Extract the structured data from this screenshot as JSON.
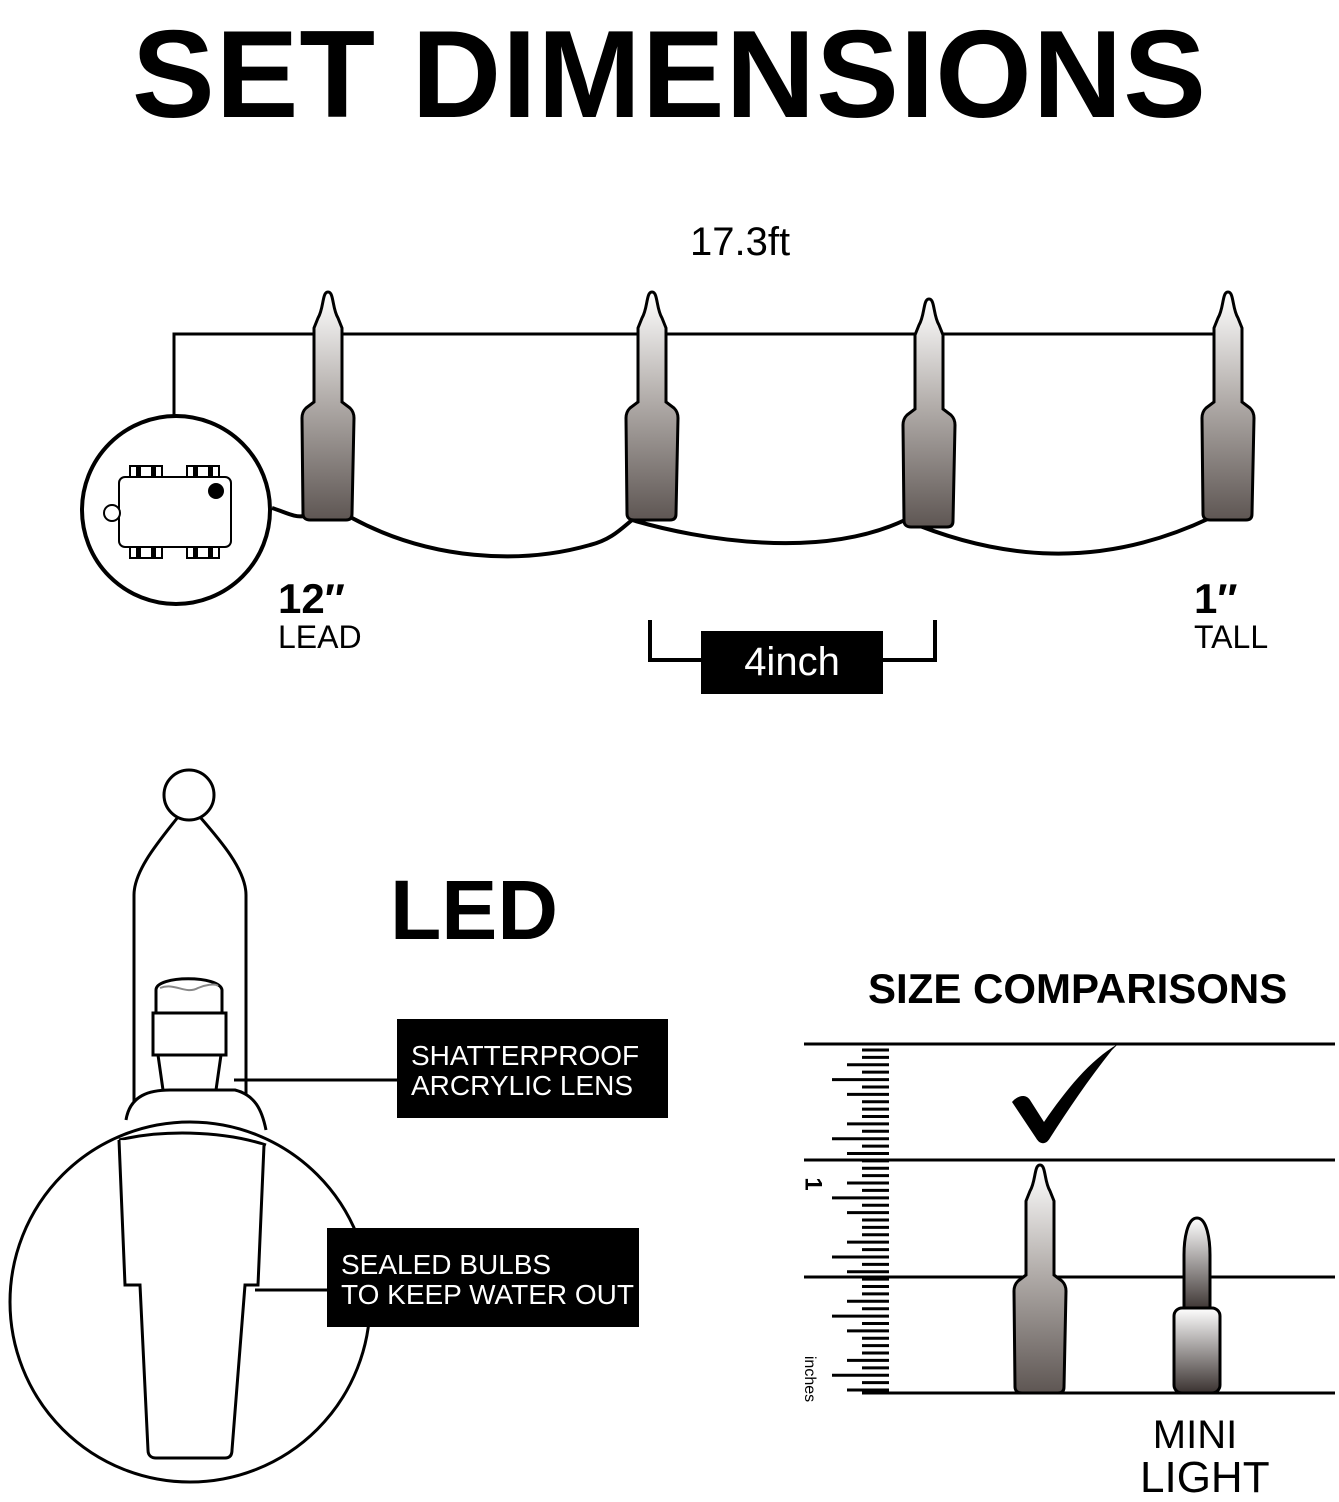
{
  "header": {
    "title": "SET DIMENSIONS"
  },
  "string_diagram": {
    "total_length": "17.3ft",
    "lead": {
      "value": "12″",
      "label": "LEAD"
    },
    "spacing": {
      "value": "4inch"
    },
    "height": {
      "value": "1″",
      "label": "TALL"
    },
    "bulb_count_shown": 4
  },
  "led_detail": {
    "title": "LED",
    "callouts": [
      {
        "line1": "SHATTERPROOF",
        "line2": "ARCRYLIC LENS"
      },
      {
        "line1": "SEALED BULBS",
        "line2": "TO KEEP WATER OUT"
      }
    ]
  },
  "size_comparison": {
    "title": "SIZE COMPARISONS",
    "ruler_unit": "inches",
    "ruler_mark": "1",
    "check_icon": "checkmark-icon",
    "items": [
      {
        "name": "LED",
        "label": ""
      },
      {
        "name": "MINI LIGHT",
        "label_line1": "MINI",
        "label_line2": "LIGHT"
      }
    ]
  },
  "colors": {
    "ink": "#000000",
    "bulb_top": "#ffffff",
    "bulb_base": "#5e5653",
    "background": "#ffffff"
  }
}
